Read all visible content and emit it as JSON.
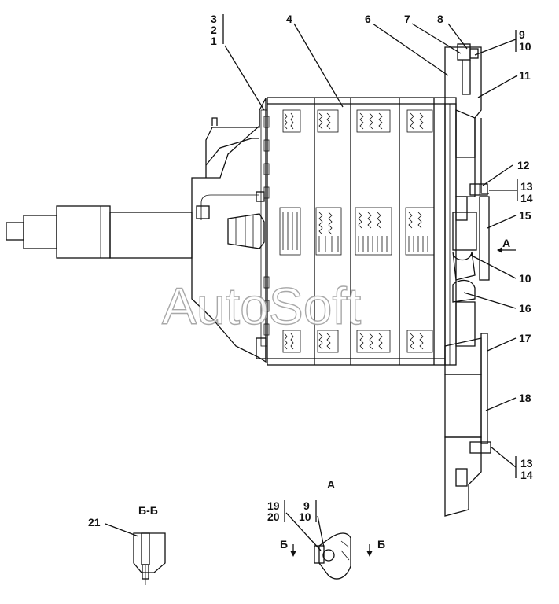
{
  "watermark": "AutoSoft",
  "callouts": {
    "c3": "3",
    "c2": "2",
    "c1": "1",
    "c4": "4",
    "c6": "6",
    "c7": "7",
    "c8": "8",
    "c9": "9",
    "c10a": "10",
    "c11": "11",
    "c12": "12",
    "c13a": "13",
    "c14a": "14",
    "c15": "15",
    "c10b": "10",
    "c16": "16",
    "c17": "17",
    "c18": "18",
    "c13b": "13",
    "c14b": "14",
    "c19": "19",
    "c20": "20",
    "c9b": "9",
    "c10c": "10",
    "c21": "21"
  },
  "view_labels": {
    "view_a": "А",
    "view_a_arrow": "А",
    "section_bb": "Б-Б",
    "cut_left": "Б",
    "cut_right": "Б"
  }
}
